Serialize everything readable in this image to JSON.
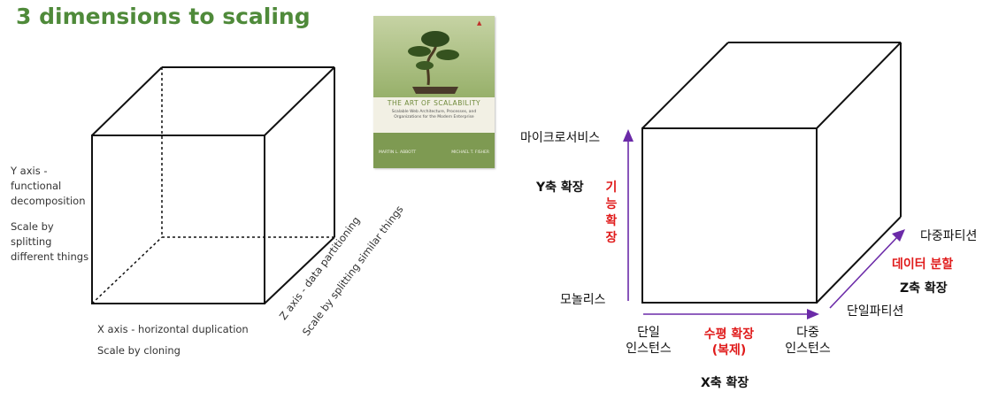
{
  "title": "3 dimensions to scaling",
  "left_diagram": {
    "y_axis_label": [
      "Y axis -",
      "functional",
      "decomposition"
    ],
    "y_scale_label": [
      "Scale by",
      "splitting",
      "different things"
    ],
    "x_axis_label": "X axis - horizontal duplication",
    "x_scale_label": "Scale by cloning",
    "z_axis_label": "Z axis - data partitioning",
    "z_scale_label": "Scale by splitting similar things"
  },
  "book": {
    "title": "THE ART OF SCALABILITY",
    "subtitle": "Scalable Web Architecture, Processes, and Organizations for the Modern Enterprise",
    "author1": "MARTIN L. ABBOTT",
    "author2": "MICHAEL T. FISHER",
    "logo_glyph": "▲"
  },
  "right_diagram": {
    "y_top": "마이크로서비스",
    "y_bottom": "모놀리스",
    "y_axis": "Y축 확장",
    "y_desc": [
      "기",
      "능",
      "확",
      "장"
    ],
    "x_left": [
      "단일",
      "인스턴스"
    ],
    "x_right": [
      "다중",
      "인스턴스"
    ],
    "x_desc": [
      "수평 확장",
      "(복제)"
    ],
    "x_axis": "X축 확장",
    "z_top": "다중파티션",
    "z_bottom": "단일파티션",
    "z_desc": "데이터 분할",
    "z_axis": "Z축 확장"
  },
  "colors": {
    "title_green": "#4f8a3a",
    "arrow_purple": "#6b2aa8",
    "highlight_red": "#e01b1b"
  }
}
